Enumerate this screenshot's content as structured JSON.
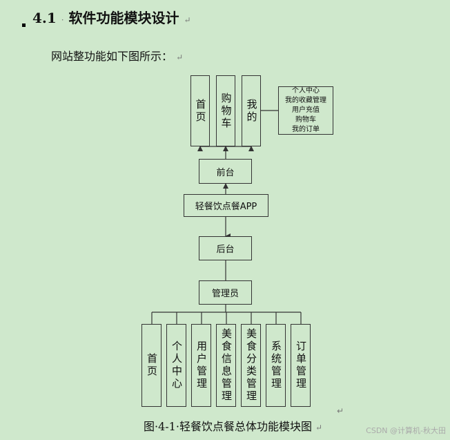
{
  "heading": {
    "number": "4.1",
    "title": "软件功能模块设计"
  },
  "intro": "网站整功能如下图所示：",
  "diagram": {
    "frontend_pages": [
      "首页",
      "购物车",
      "我的"
    ],
    "my_menu": [
      "个人中心",
      "我的收藏管理",
      "用户充值",
      "购物车",
      "我的订单"
    ],
    "frontend": "前台",
    "app": "轻餐饮点餐APP",
    "backend": "后台",
    "admin": "管理员",
    "admin_modules": [
      "首页",
      "个人中心",
      "用户管理",
      "美食信息管理",
      "美食分类管理",
      "系统管理",
      "订单管理"
    ]
  },
  "caption": "图·4-1·轻餐饮点餐总体功能模块图",
  "watermark": "CSDN @计算机-秋大田"
}
